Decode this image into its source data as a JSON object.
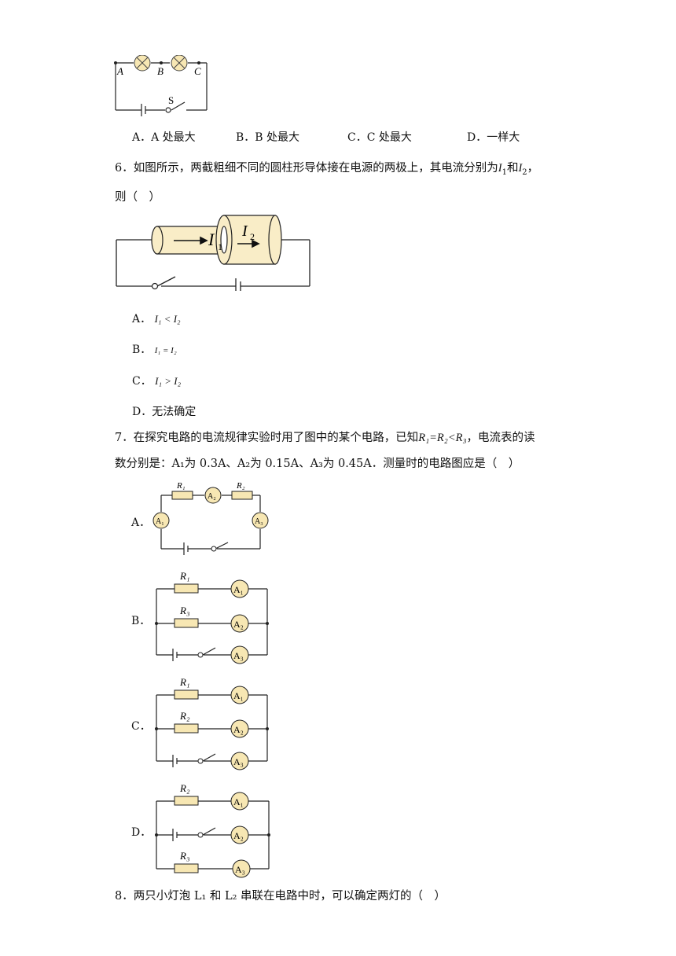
{
  "q5": {
    "labels": {
      "A": "A",
      "B": "B",
      "C": "C",
      "S": "S"
    },
    "options": [
      "A．A 处最大",
      "B．B 处最大",
      "C．C 处最大",
      "D．一样大"
    ]
  },
  "q6": {
    "line1_prefix": "6．如图所示，两截粗细不同的圆柱形导体接在电源的两极上，其电流分别为",
    "i1": "I",
    "i1_sub": "1",
    "and": "和",
    "i2": "I",
    "i2_sub": "2",
    "line1_suffix": "，",
    "line2": "则（　）",
    "figure_labels": {
      "i1": "I",
      "i1_sub": "1",
      "i2": "I",
      "i2_sub": "2"
    },
    "options": [
      {
        "letter": "A．",
        "expr": "I₁ < I₂"
      },
      {
        "letter": "B．",
        "expr": "I₁ = I₂"
      },
      {
        "letter": "C．",
        "expr": "I₁ > I₂"
      },
      {
        "letter": "D．",
        "expr": "无法确定"
      }
    ]
  },
  "q7": {
    "line1_prefix": "7．在探究电路的电流规律实验时用了图中的某个电路，已知",
    "condition": "R₁=R₂<R₃",
    "line1_suffix": "，电流表的读",
    "line2": "数分别是：A₁为 0.3A、A₂为 0.15A、A₃为 0.45A．测量时的电路图应是（　）",
    "option_letters": [
      "A．",
      "B．",
      "C．",
      "D．"
    ],
    "meter_labels": {
      "a1": "A₁",
      "a2": "A₂",
      "a3": "A₃"
    },
    "resistor_labels": {
      "r1": "R₁",
      "r2": "R₂",
      "r3": "R₃"
    }
  },
  "q8": {
    "text": "8．两只小灯泡 L₁ 和 L₂ 串联在电路中时，可以确定两灯的（　）"
  }
}
